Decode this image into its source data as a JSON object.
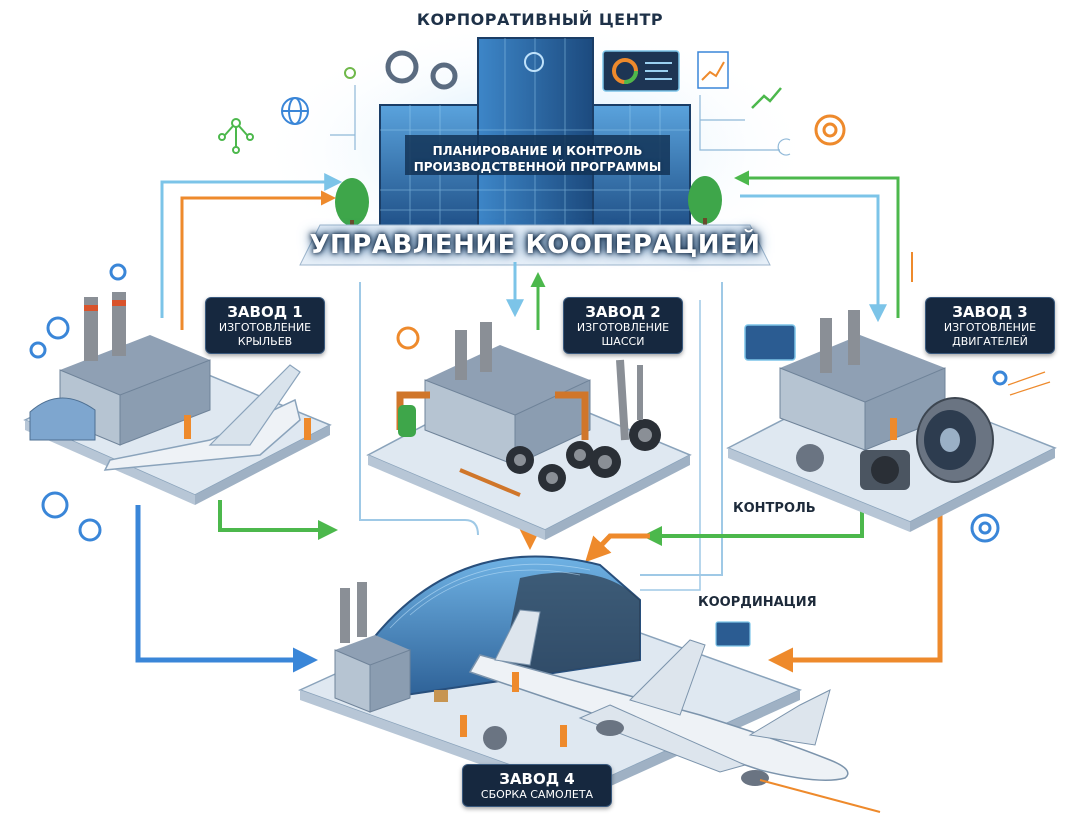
{
  "hq": {
    "title": "КОРПОРАТИВНЫЙ ЦЕНТР",
    "subtitle_line1": "ПЛАНИРОВАНИЕ И КОНТРОЛЬ",
    "subtitle_line2": "ПРОИЗВОДСТВЕННОЙ ПРОГРАММЫ"
  },
  "main_title": "УПРАВЛЕНИЕ КООПЕРАЦИЕЙ",
  "plants": [
    {
      "name": "ЗАВОД 1",
      "line1": "ИЗГОТОВЛЕНИЕ",
      "line2": "КРЫЛЬЕВ"
    },
    {
      "name": "ЗАВОД 2",
      "line1": "ИЗГОТОВЛЕНИЕ",
      "line2": "ШАССИ"
    },
    {
      "name": "ЗАВОД 3",
      "line1": "ИЗГОТОВЛЕНИЕ",
      "line2": "ДВИГАТЕЛЕЙ"
    },
    {
      "name": "ЗАВОД 4",
      "line1": "СБОРКА САМОЛЕТА"
    }
  ],
  "flow_labels": {
    "control": "КОНТРОЛЬ",
    "coordination": "КООРДИНАЦИЯ"
  },
  "colors": {
    "blue_flow": "#3a86d8",
    "light_blue_flow": "#7cc4e8",
    "green_flow": "#4cb84c",
    "orange_flow": "#ee8a2c",
    "label_bg": "#16283f",
    "building_glass": "#2f6fb0"
  }
}
